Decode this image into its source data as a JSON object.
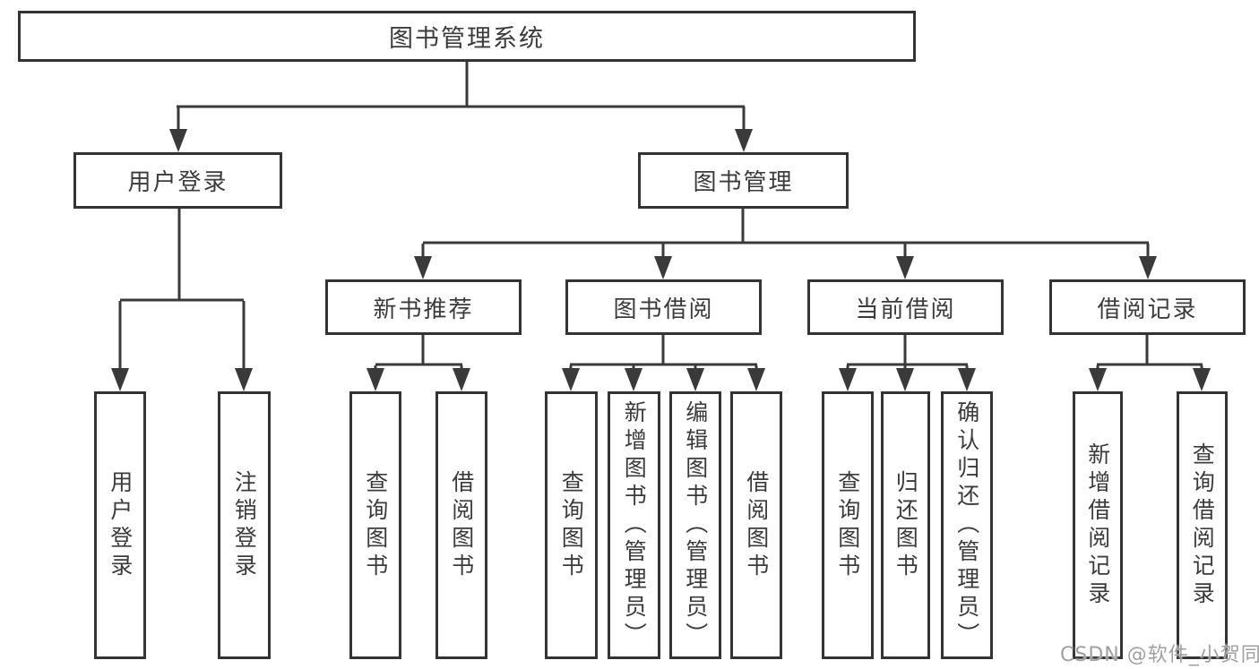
{
  "diagram": {
    "root": {
      "label": "图书管理系统"
    },
    "level2": [
      {
        "label": "用户登录",
        "children": [
          {
            "label": "用户登录"
          },
          {
            "label": "注销登录"
          }
        ]
      },
      {
        "label": "图书管理",
        "children": [
          {
            "label": "新书推荐",
            "children": [
              {
                "label": "查询图书"
              },
              {
                "label": "借阅图书"
              }
            ]
          },
          {
            "label": "图书借阅",
            "children": [
              {
                "label": "查询图书"
              },
              {
                "label": "新增图书（管理员）"
              },
              {
                "label": "编辑图书（管理员）"
              },
              {
                "label": "借阅图书"
              }
            ]
          },
          {
            "label": "当前借阅",
            "children": [
              {
                "label": "查询图书"
              },
              {
                "label": "归还图书"
              },
              {
                "label": "确认归还（管理员）"
              }
            ]
          },
          {
            "label": "借阅记录",
            "children": [
              {
                "label": "新增借阅记录"
              },
              {
                "label": "查询借阅记录"
              }
            ]
          }
        ]
      }
    ]
  },
  "watermark": {
    "text": "CSDN @软件_小贺同学"
  },
  "colors": {
    "line": "#3a3a3a",
    "box_border": "#333333",
    "text": "#3b3b3b",
    "watermark": "#a0a0a0",
    "background": "#ffffff"
  }
}
